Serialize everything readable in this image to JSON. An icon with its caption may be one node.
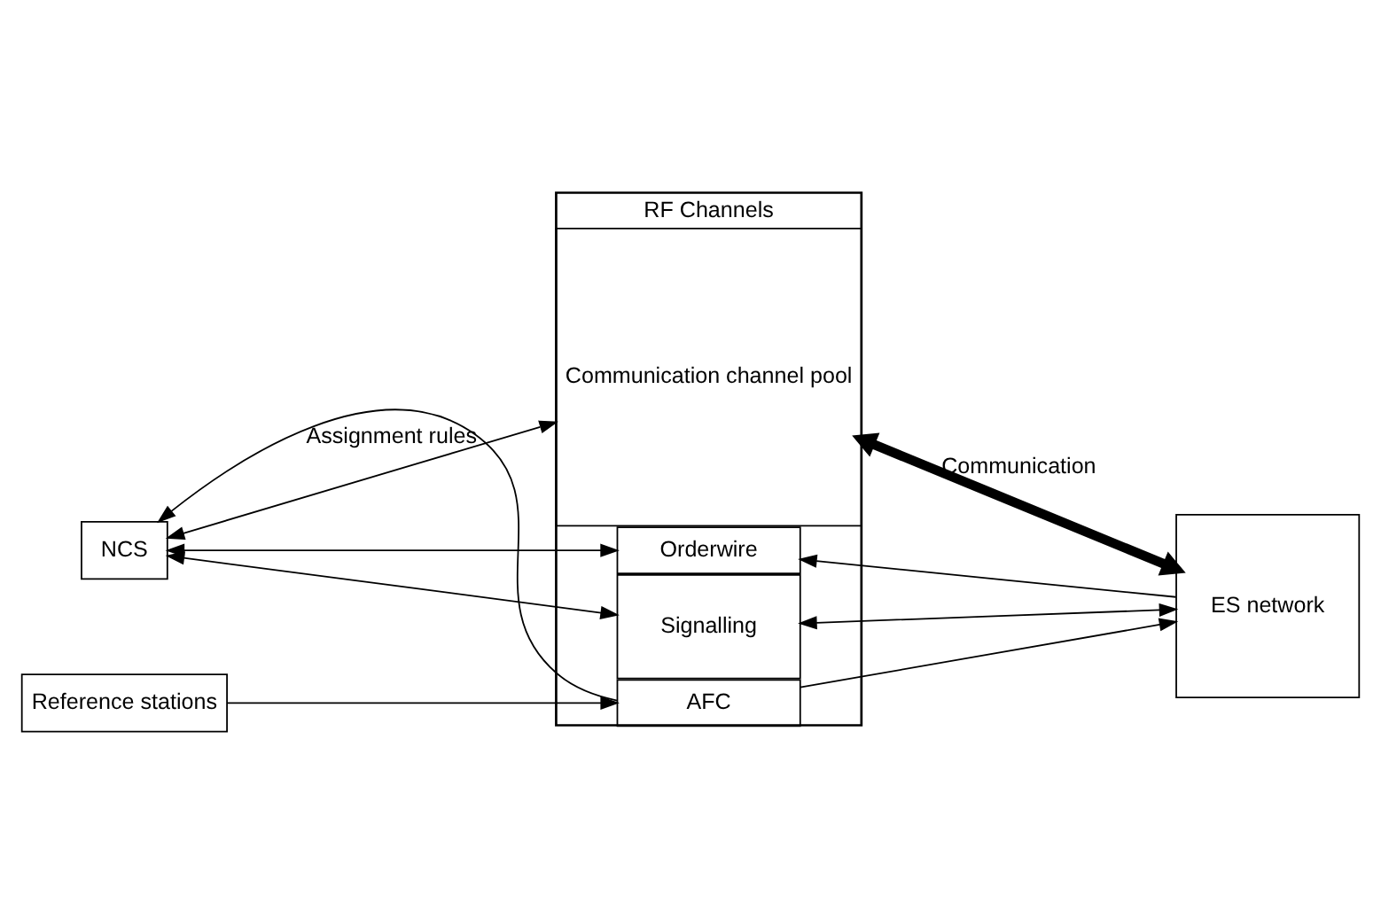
{
  "diagram": {
    "nodes": [
      {
        "text": [
          "RF Channels"
        ]
      },
      {
        "text": [
          "Signalling"
        ],
        "in": 0
      },
      {
        "text": [
          "Communication channel pool"
        ],
        "in": 0
      },
      {
        "text": [
          "AFC"
        ],
        "in": 0
      },
      {
        "text": [
          "Orderwire"
        ],
        "in": 0
      },
      {
        "text": [
          "NCS"
        ]
      },
      {
        "text": [
          "Reference stations"
        ]
      },
      {
        "text": [
          "ES network"
        ]
      }
    ],
    "edges": [
      {
        "from": 5,
        "to": 1,
        "arrow": "both"
      },
      {
        "from": 5,
        "to": 2,
        "arrow": "both",
        "label": "Assignment rules"
      },
      {
        "from": 3,
        "to": 5,
        "arrow": "to"
      },
      {
        "from": 5,
        "to": 4,
        "arrow": "both"
      },
      {
        "from": 6,
        "to": 3,
        "arrow": "to"
      },
      {
        "from": 1,
        "to": 7,
        "arrow": "both"
      },
      {
        "from": 2,
        "to": 7,
        "arrow": "both",
        "style": "thick",
        "label": "Communication"
      },
      {
        "from": 3,
        "to": 7,
        "arrow": "to"
      },
      {
        "from": 7,
        "to": 4,
        "arrow": "to"
      }
    ]
  }
}
